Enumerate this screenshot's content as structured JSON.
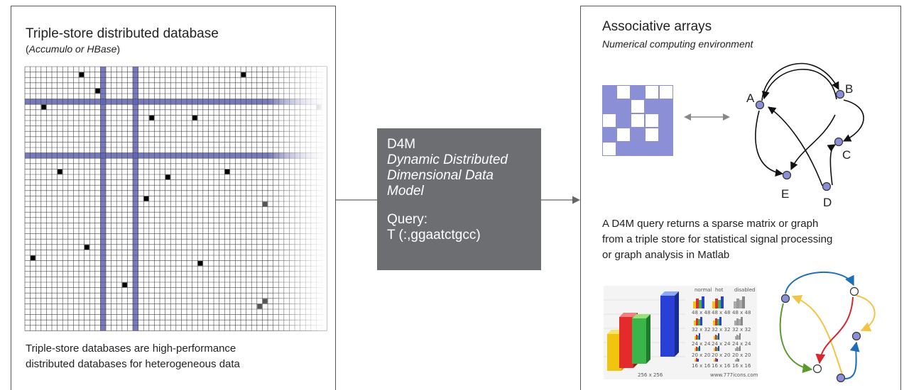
{
  "left_panel": {
    "title": "Triple-store distributed database",
    "subtitle_open": "(",
    "subtitle_italic": "Accumulo or HBase",
    "subtitle_close": ")",
    "description_line1": "Triple-store databases are high-performance",
    "description_line2": "distributed databases for heterogeneous data"
  },
  "center_box": {
    "title": "D4M",
    "italic_line1": "Dynamic Distributed",
    "italic_line2": "Dimensional Data",
    "italic_line3": "Model",
    "query_label": "Query:",
    "query_value": "T (:,ggaatctgcc)"
  },
  "right_panel": {
    "title": "Associative arrays",
    "subtitle": "Numerical computing environment",
    "description_line1": "A D4M query returns a sparse matrix or graph",
    "description_line2": "from a triple store for statistical signal processing",
    "description_line3": "or graph analysis in Matlab",
    "graph_nodes": [
      "A",
      "B",
      "C",
      "D",
      "E"
    ]
  },
  "chart_thumbnail": {
    "header_labels": [
      "normal",
      "hot",
      "disabled"
    ],
    "size_labels": [
      "48 x 48",
      "32 x 32",
      "24 x 24",
      "20 x 20",
      "16 x 16"
    ],
    "big_label": "256 x 256",
    "site_label": "www.777icons.com"
  },
  "colors": {
    "accent_blue": "#5e62b0",
    "box_gray": "#6d6e71",
    "node_fill": "#8a8fd6",
    "edge_blue": "#1f6fb5",
    "edge_yellow": "#f3c343",
    "edge_red": "#d7262f",
    "edge_green": "#5a9a2e"
  }
}
